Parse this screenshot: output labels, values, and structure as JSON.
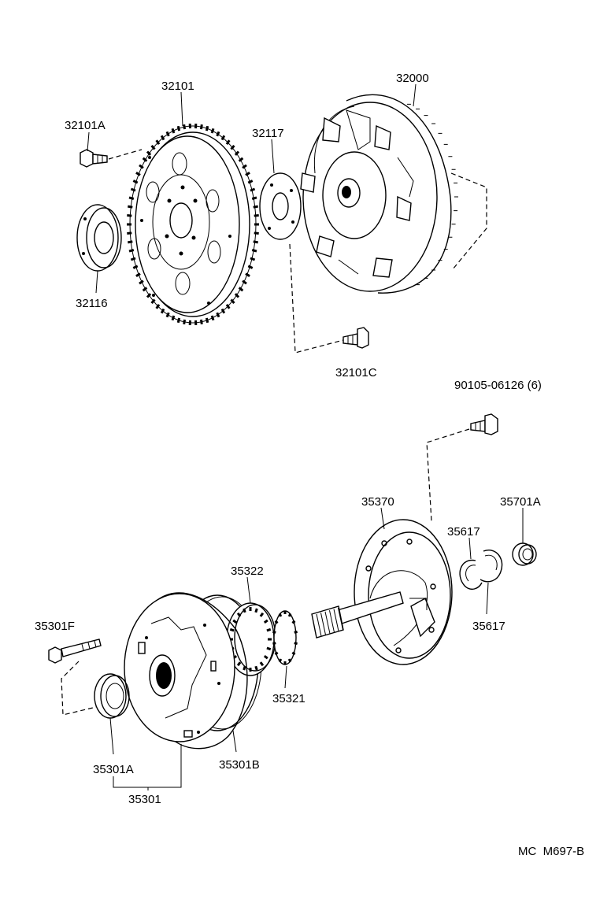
{
  "parts": [
    {
      "id": "p32101A",
      "label": "32101A"
    },
    {
      "id": "p32101",
      "label": "32101"
    },
    {
      "id": "p32117",
      "label": "32117"
    },
    {
      "id": "p32000",
      "label": "32000"
    },
    {
      "id": "p32116",
      "label": "32116"
    },
    {
      "id": "p32101C",
      "label": "32101C"
    },
    {
      "id": "p90105",
      "label": "90105-06126 (6)"
    },
    {
      "id": "p35370",
      "label": "35370"
    },
    {
      "id": "p35701A",
      "label": "35701A"
    },
    {
      "id": "p35617a",
      "label": "35617"
    },
    {
      "id": "p35617b",
      "label": "35617"
    },
    {
      "id": "p35322",
      "label": "35322"
    },
    {
      "id": "p35301F",
      "label": "35301F"
    },
    {
      "id": "p35321",
      "label": "35321"
    },
    {
      "id": "p35301A",
      "label": "35301A"
    },
    {
      "id": "p35301B",
      "label": "35301B"
    },
    {
      "id": "p35301",
      "label": "35301"
    }
  ],
  "footer": {
    "code": "MC  M697-B"
  }
}
